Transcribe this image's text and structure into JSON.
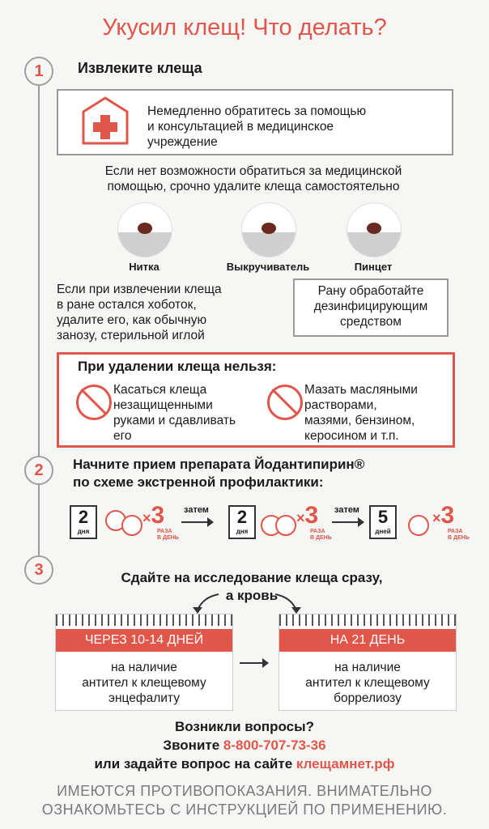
{
  "title": "Укусил клещ! Что делать?",
  "steps": {
    "s1": {
      "number": "1",
      "heading": "Извлеките клеща",
      "box_lines": [
        "Немедленно обратитесь за помощью",
        "и консультацией в медицинское",
        "учреждение"
      ],
      "note_lines": [
        "Если нет возможности обратиться за медицинской",
        "помощью, срочно удалите клеща самостоятельно"
      ],
      "tools": [
        "Нитка",
        "Выкручиватель",
        "Пинцет"
      ],
      "left_note_lines": [
        "Если при извлечении клеща",
        "в ране остался хоботок,",
        "удалите его, как обычную",
        "занозу, стерильной иглой"
      ],
      "right_note_lines": [
        "Рану обработайте",
        "дезинфицирующим",
        "средством"
      ],
      "forbidden": {
        "heading": "При удалении клеща нельзя:",
        "left_lines": [
          "Касаться клеща",
          "незащищенными",
          "руками и сдавливать",
          "его"
        ],
        "right_lines": [
          "Мазать масляными",
          "растворами,",
          "мазями, бензином,",
          "керосином и т.п."
        ]
      }
    },
    "s2": {
      "number": "2",
      "heading_lines": [
        "Начните прием препарата Йодантипирин®",
        "по схеме экстренной профилактики:"
      ],
      "schedule": [
        {
          "days": "2",
          "unit": "дня",
          "times": "3"
        },
        {
          "days": "2",
          "unit": "дня",
          "times": "3"
        },
        {
          "days": "5",
          "unit": "дней",
          "times": "3"
        }
      ],
      "x": "×",
      "per_day_lines": [
        "РАЗА",
        "В ДЕНЬ"
      ],
      "then": "затем"
    },
    "s3": {
      "number": "3",
      "heading_lines": [
        "Сдайте на исследование клеща сразу,",
        "а кровь"
      ],
      "left_card": {
        "bar": "ЧЕРЕЗ 10-14 ДНЕЙ",
        "lines": [
          "на наличие",
          "антител к клещевому",
          "энцефалиту"
        ]
      },
      "right_card": {
        "bar": "НА 21 ДЕНЬ",
        "lines": [
          "на наличие",
          "антител к клещевому",
          "боррелиозу"
        ]
      }
    }
  },
  "contacts": {
    "question": "Возникли вопросы?",
    "call_prefix": "Звоните",
    "phone": "8-800-707-73-36",
    "site_prefix": "или задайте вопрос на сайте",
    "site": "клещамнет.рф"
  },
  "warning_lines": [
    "ИМЕЮТСЯ ПРОТИВОПОКАЗАНИЯ. ВНИМАТЕЛЬНО",
    "ОЗНАКОМЬТЕСЬ С ИНСТРУКЦИЕЙ ПО ПРИМЕНЕНИЮ."
  ],
  "colors": {
    "accent": "#e0564a",
    "line": "#9a9a9a"
  }
}
